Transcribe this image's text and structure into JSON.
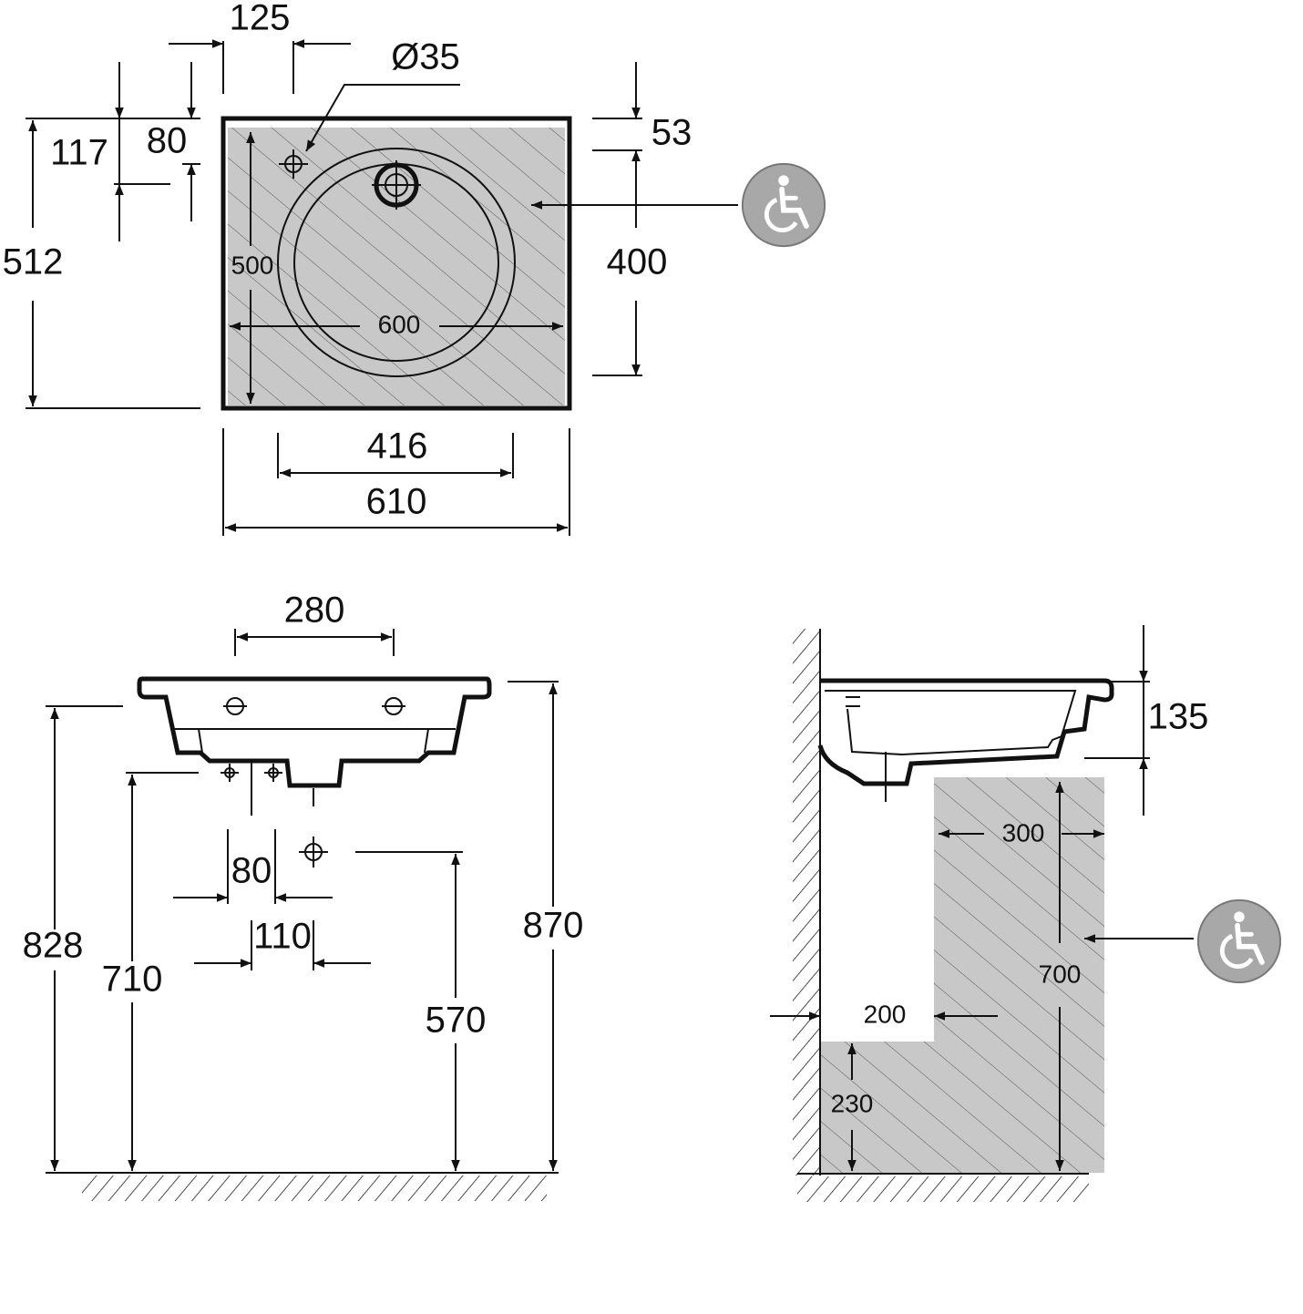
{
  "colors": {
    "line": "#111111",
    "zone_fill": "#c8c8c8",
    "icon_fill": "#a8a8a8"
  },
  "icons": {
    "accessibility": "wheelchair-icon"
  },
  "top_view": {
    "d_125": "125",
    "d_dia35": "Ø35",
    "d_117": "117",
    "d_80": "80",
    "d_512": "512",
    "d_500": "500",
    "d_600": "600",
    "d_53": "53",
    "d_400": "400",
    "d_416": "416",
    "d_610": "610"
  },
  "front_view": {
    "d_280": "280",
    "d_828": "828",
    "d_710": "710",
    "d_870": "870",
    "d_570": "570",
    "d_80": "80",
    "d_110": "110"
  },
  "side_view": {
    "d_135": "135",
    "d_300": "300",
    "d_700": "700",
    "d_200": "200",
    "d_230": "230"
  }
}
